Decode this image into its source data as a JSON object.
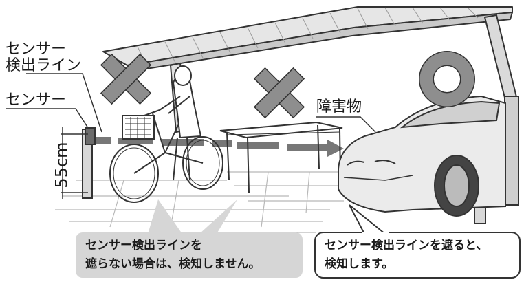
{
  "labels": {
    "sensor_line": [
      "センサー",
      "検出ライン"
    ],
    "sensor": "センサー",
    "height": "55cm",
    "obstacle": "障害物"
  },
  "callouts": {
    "left": [
      "センサー検出ラインを",
      "遮らない場合は、検知しません。"
    ],
    "right": [
      "センサー検出ラインを遮ると、",
      "検知します。"
    ]
  },
  "marks": {
    "left_cross": "cross-mark",
    "middle_cross": "cross-mark",
    "right_circle": "circle-mark"
  },
  "colors": {
    "mark_gray": "#8e8e8e",
    "line_gray": "#777777",
    "callout_fill": "#d6d6d6",
    "text": "#1a1a1a"
  }
}
